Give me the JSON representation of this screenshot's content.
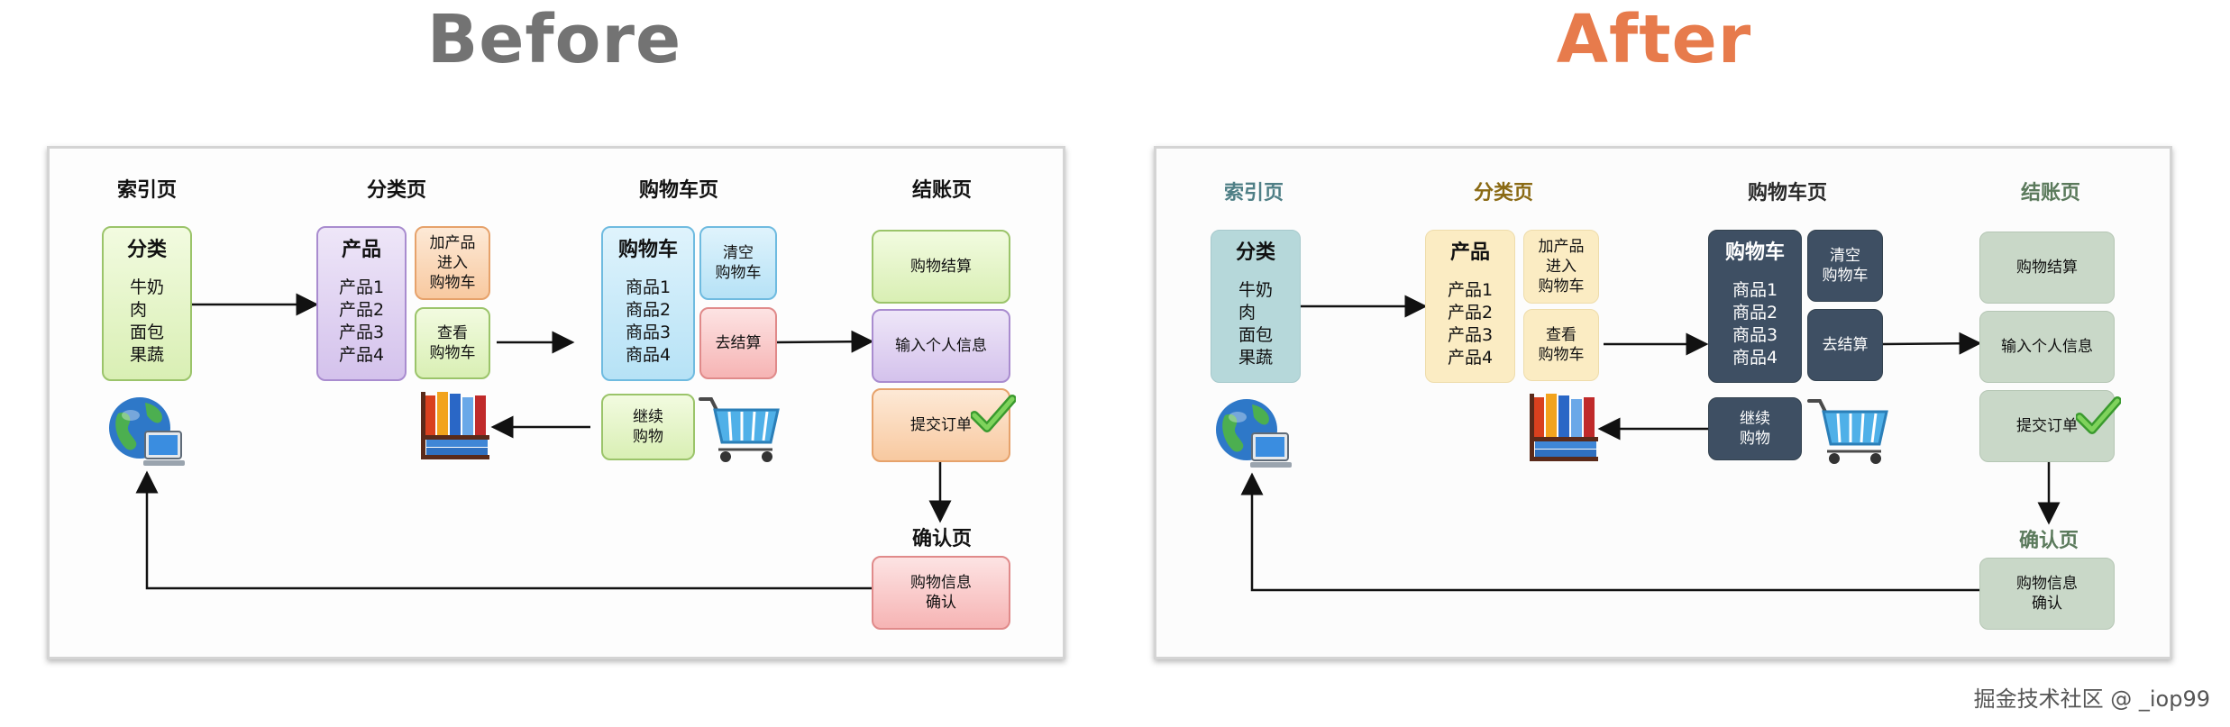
{
  "titles": {
    "before": "Before",
    "after": "After"
  },
  "colors": {
    "before_title": "#737373",
    "after_title": "#e77b4c"
  },
  "diagram": {
    "col_index": "索引页",
    "col_category": "分类页",
    "col_cart": "购物车页",
    "col_checkout": "结账页",
    "category_box": {
      "title": "分类",
      "items": "牛奶\n肉\n面包\n果蔬"
    },
    "product_box": {
      "title": "产品",
      "items": "产品1\n产品2\n产品3\n产品4"
    },
    "add_to_cart": "加产品\n进入\n购物车",
    "view_cart": "查看\n购物车",
    "cart_box": {
      "title": "购物车",
      "items": "商品1\n商品2\n商品3\n商品4"
    },
    "clear_cart": "清空\n购物车",
    "go_checkout": "去结算",
    "continue_shopping": "继续\n购物",
    "cart_checkout": "购物结算",
    "enter_info": "输入个人信息",
    "submit_order": "提交订单",
    "confirm_page": "确认页",
    "order_confirm": "购物信息\n确认"
  },
  "icons": [
    "globe-computer-icon",
    "books-icon",
    "shopping-cart-icon",
    "checkmark-icon"
  ],
  "watermark": "掘金技术社区 @ _iop99"
}
